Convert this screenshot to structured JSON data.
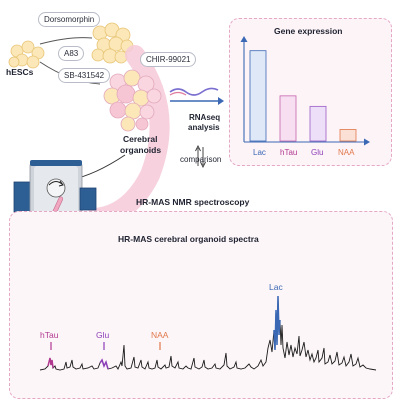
{
  "workflow": {
    "cells_label": "hESCs",
    "factors": [
      "Dorsomorphin",
      "A83",
      "CHIR-99021",
      "SB-431542"
    ],
    "organoid_label_line1": "Cerebral",
    "organoid_label_line2": "organoids",
    "rnaseq_line1": "RNAseq",
    "rnaseq_line2": "analysis",
    "comparison_label": "comparison",
    "nmr_title": "HR-MAS NMR spectroscopy"
  },
  "gene_panel": {
    "title": "Gene expression"
  },
  "spectrum_panel": {
    "title": "HR-MAS cerebral organoid spectra",
    "peak_labels": {
      "lac": "Lac",
      "htau": "hTau",
      "glu": "Glu",
      "naa": "NAA"
    }
  },
  "colors": {
    "lac": "#3a68b4",
    "htau": "#b0388f",
    "glu": "#8d3fb8",
    "naa": "#e0784a",
    "panel_border": "#e4a7c4",
    "panel_fill": "#fdf4f8"
  },
  "chart_data": {
    "type": "bar",
    "title": "Gene expression",
    "categories": [
      "Lac",
      "hTau",
      "Glu",
      "NAA"
    ],
    "values": [
      0.86,
      0.43,
      0.33,
      0.11
    ],
    "ylim": [
      0,
      1
    ],
    "colors": [
      "#dfe8f7",
      "#f7dff1",
      "#eedff9",
      "#fbe0d5"
    ],
    "edge_colors": [
      "#3a68b4",
      "#c466ad",
      "#9a5cc4",
      "#e0784a"
    ]
  }
}
